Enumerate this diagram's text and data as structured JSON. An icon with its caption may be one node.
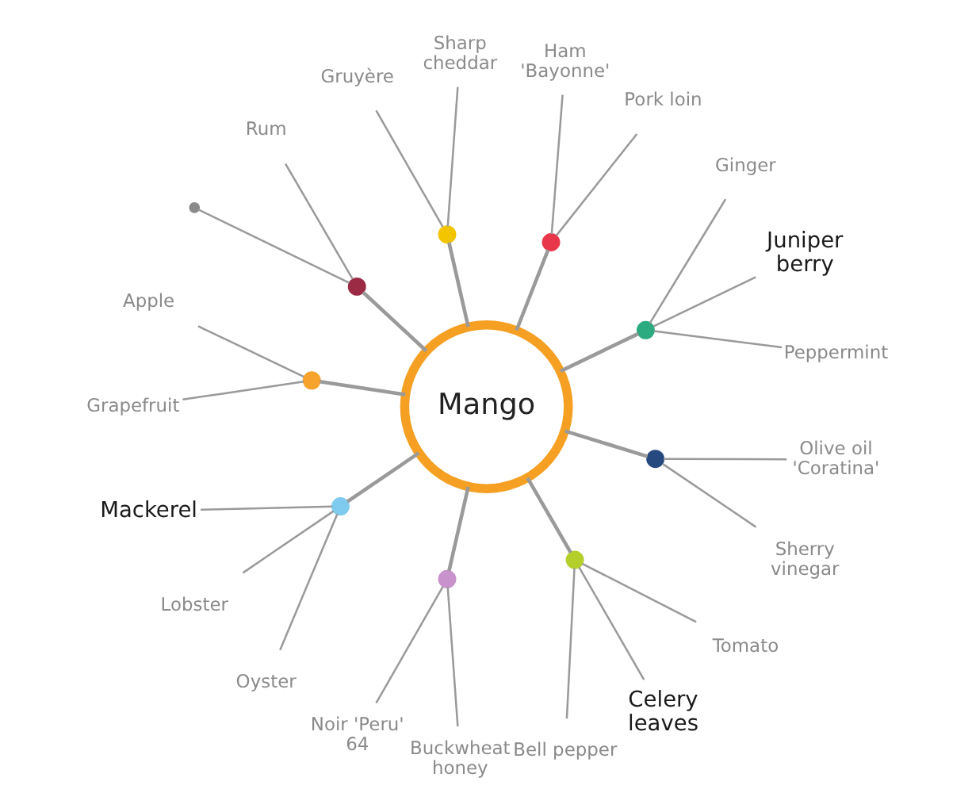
{
  "diagram": {
    "nodes": [
      {
        "text": [
          "Mango"
        ]
      },
      {
        "text": [],
        "shape": "circle"
      },
      {
        "text": [
          "Gruyère"
        ]
      },
      {
        "text": [
          "Sharp cheddar"
        ]
      },
      {
        "text": [],
        "shape": "circle"
      },
      {
        "text": [
          "Ham 'Bayonne'"
        ]
      },
      {
        "text": [
          "Pork loin"
        ]
      },
      {
        "text": [],
        "shape": "circle"
      },
      {
        "text": [
          "Ginger"
        ]
      },
      {
        "text": [
          "Juniper berry"
        ]
      },
      {
        "text": [
          "Peppermint"
        ]
      },
      {
        "text": [],
        "shape": "circle"
      },
      {
        "text": [
          "Olive oil 'Coratina'"
        ]
      },
      {
        "text": [
          "Sherry vinegar"
        ]
      },
      {
        "text": [],
        "shape": "circle"
      },
      {
        "text": [
          "Tomato"
        ]
      },
      {
        "text": [
          "Celery leaves"
        ]
      },
      {
        "text": [
          "Bell pepper"
        ]
      },
      {
        "text": [],
        "shape": "circle"
      },
      {
        "text": [
          "Buckwheat honey"
        ]
      },
      {
        "text": [
          "Noir 'Peru' 64"
        ]
      },
      {
        "text": [],
        "shape": "circle"
      },
      {
        "text": [
          "Oyster"
        ]
      },
      {
        "text": [
          "Lobster"
        ]
      },
      {
        "text": [
          "Mackerel"
        ]
      },
      {
        "text": [],
        "shape": "circle"
      },
      {
        "text": [
          "Grapefruit"
        ]
      },
      {
        "text": [
          "Apple"
        ]
      },
      {
        "text": [],
        "shape": "circle"
      },
      {
        "text": [],
        "shape": "circle"
      },
      {
        "text": [
          "Rum"
        ]
      }
    ],
    "edges": [
      {
        "from": 0,
        "to": 1,
        "arrow": "none"
      },
      {
        "from": 1,
        "to": 2,
        "arrow": "none"
      },
      {
        "from": 1,
        "to": 3,
        "arrow": "none"
      },
      {
        "from": 0,
        "to": 4,
        "arrow": "none"
      },
      {
        "from": 4,
        "to": 5,
        "arrow": "none"
      },
      {
        "from": 4,
        "to": 6,
        "arrow": "none"
      },
      {
        "from": 0,
        "to": 7,
        "arrow": "none"
      },
      {
        "from": 7,
        "to": 8,
        "arrow": "none"
      },
      {
        "from": 7,
        "to": 9,
        "arrow": "none"
      },
      {
        "from": 7,
        "to": 10,
        "arrow": "none"
      },
      {
        "from": 0,
        "to": 11,
        "arrow": "none"
      },
      {
        "from": 11,
        "to": 12,
        "arrow": "none"
      },
      {
        "from": 11,
        "to": 13,
        "arrow": "none"
      },
      {
        "from": 0,
        "to": 14,
        "arrow": "none"
      },
      {
        "from": 14,
        "to": 15,
        "arrow": "none"
      },
      {
        "from": 14,
        "to": 16,
        "arrow": "none"
      },
      {
        "from": 14,
        "to": 17,
        "arrow": "none"
      },
      {
        "from": 0,
        "to": 18,
        "arrow": "none"
      },
      {
        "from": 18,
        "to": 19,
        "arrow": "none"
      },
      {
        "from": 18,
        "to": 20,
        "arrow": "none"
      },
      {
        "from": 0,
        "to": 21,
        "arrow": "none"
      },
      {
        "from": 21,
        "to": 22,
        "arrow": "none"
      },
      {
        "from": 21,
        "to": 23,
        "arrow": "none"
      },
      {
        "from": 21,
        "to": 24,
        "arrow": "none"
      },
      {
        "from": 0,
        "to": 25,
        "arrow": "none"
      },
      {
        "from": 25,
        "to": 26,
        "arrow": "none"
      },
      {
        "from": 25,
        "to": 27,
        "arrow": "none"
      },
      {
        "from": 0,
        "to": 28,
        "arrow": "none"
      },
      {
        "from": 28,
        "to": 29,
        "arrow": "none"
      },
      {
        "from": 28,
        "to": 30,
        "arrow": "none"
      }
    ]
  }
}
